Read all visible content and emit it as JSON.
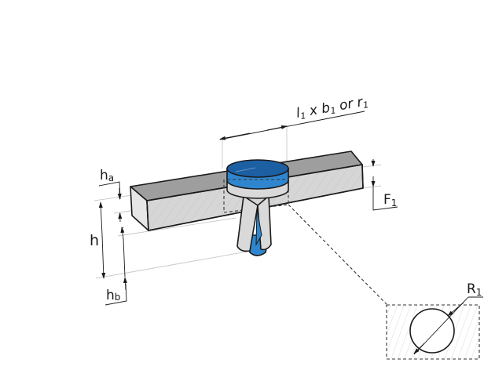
{
  "diagram": {
    "title": "Electrode tip on bar specimen with dimension labels",
    "labels": {
      "top_dimension": "l",
      "top_dimension_sub": "1",
      "top_x": " x b",
      "top_x_sub": "1",
      "top_or": " or r",
      "top_or_sub": "1",
      "h_a": "h",
      "h_a_sub": "a",
      "h": "h",
      "h_b": "h",
      "h_b_sub": "b",
      "F": "F",
      "F_sub": "1",
      "R": "R",
      "R_sub": "1"
    },
    "colors": {
      "bar_top": "#9e9e9e",
      "bar_front": "#d6d6d6",
      "bar_end": "#e6e6e6",
      "electrode_blue_top": "#1d5fa3",
      "electrode_blue_side": "#2f86cf",
      "electrode_grey": "#d9d9d9",
      "hatch": "#bdbdbd"
    }
  }
}
